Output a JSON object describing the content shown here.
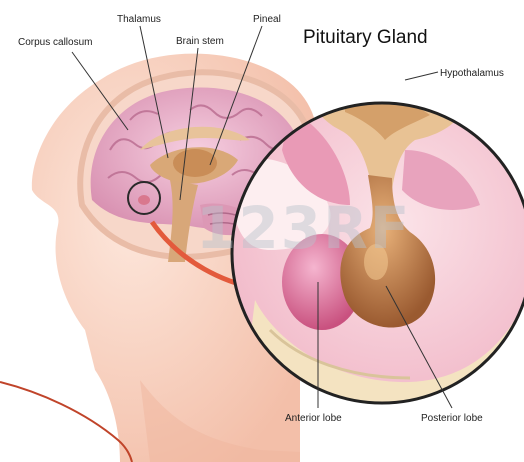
{
  "title": "Pituitary Gland",
  "labels": {
    "corpus_callosum": "Corpus callosum",
    "thalamus": "Thalamus",
    "brain_stem": "Brain stem",
    "pineal": "Pineal",
    "hypothalamus": "Hypothalamus",
    "anterior_lobe": "Anterior lobe",
    "posterior_lobe": "Posterior lobe"
  },
  "watermark": "123RF",
  "colors": {
    "skin": "#f6c9b6",
    "skin_light": "#fbe2d6",
    "brain": "#e9aec6",
    "brain_dark": "#c98aa6",
    "deep_brain": "#e6c49a",
    "anterior_lobe": "#e07aa4",
    "posterior_lobe": "#b97a4a",
    "bone": "#f5e6c6",
    "arrow": "#e35a3c",
    "accent_curve": "#c0442a"
  }
}
